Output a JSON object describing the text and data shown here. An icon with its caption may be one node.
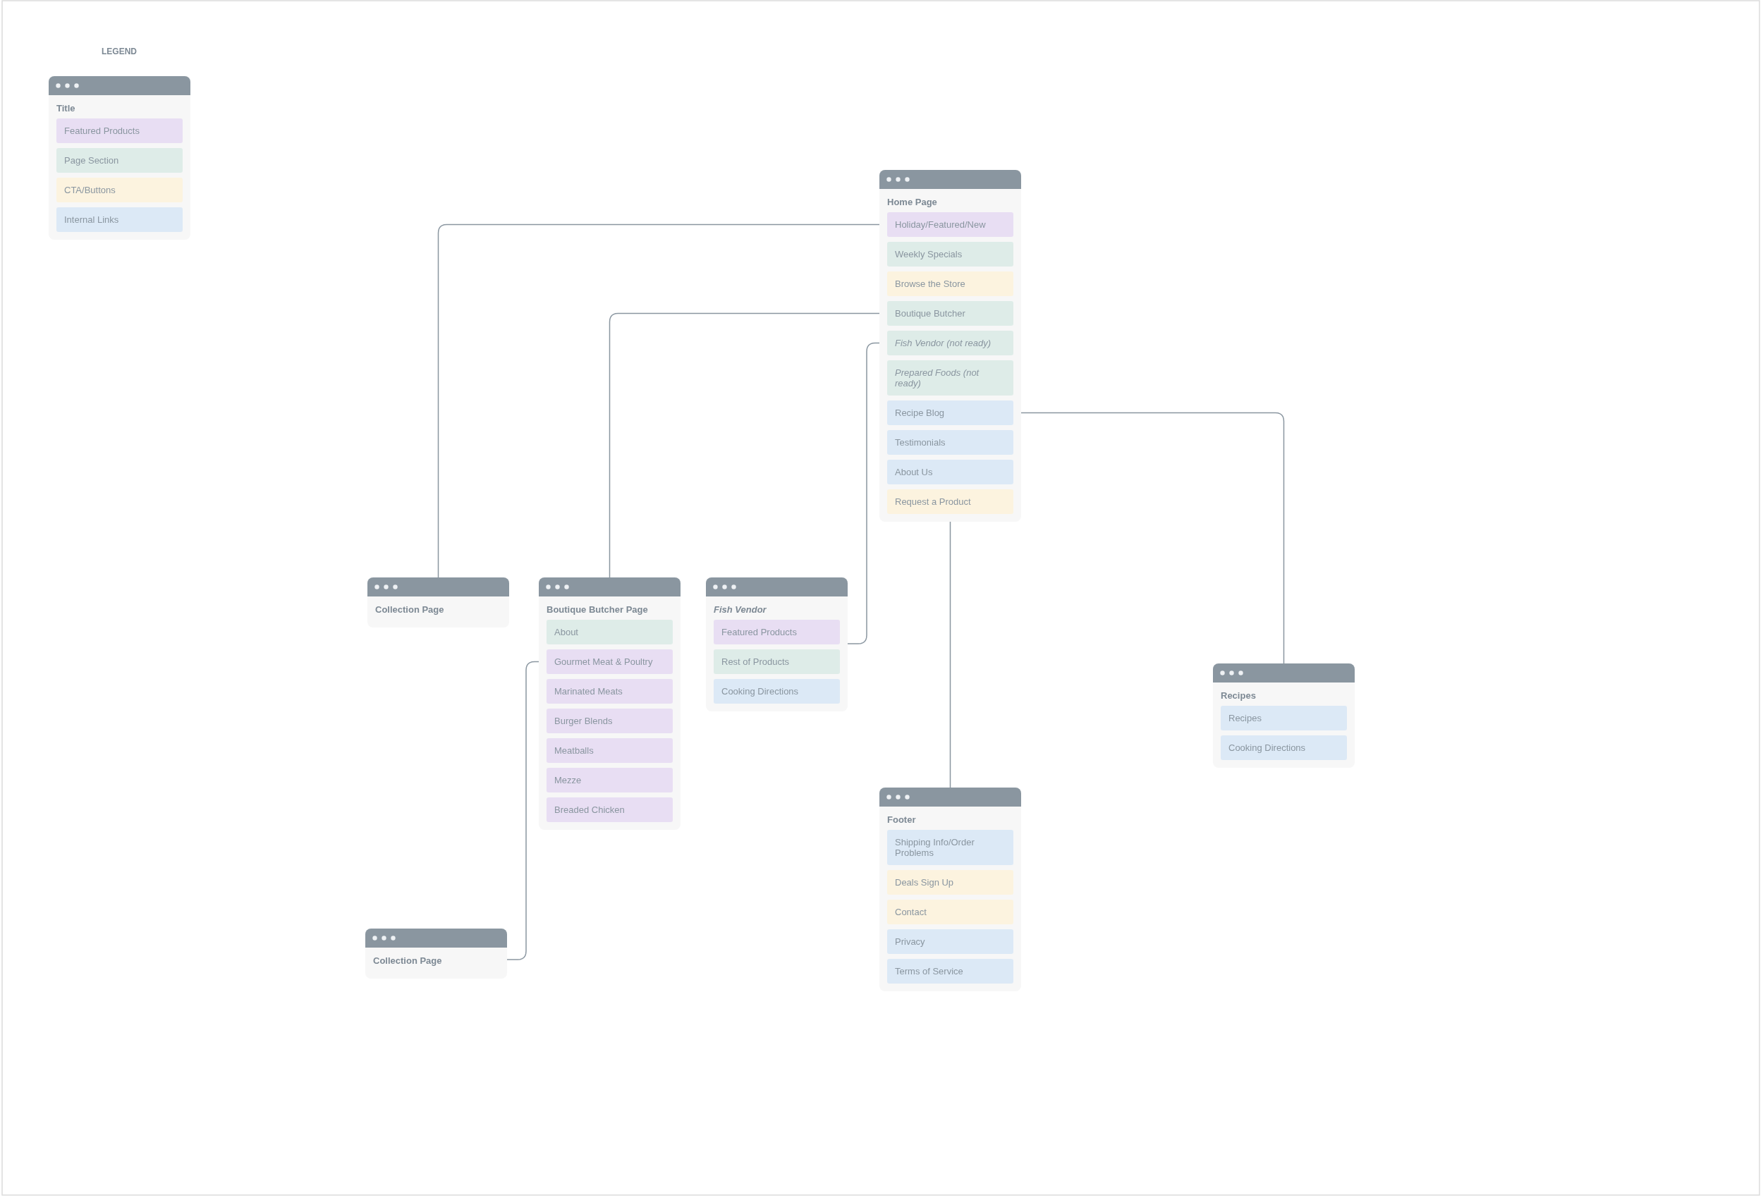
{
  "diagram": {
    "nodes": [
      {
        "text": [
          "Home Page"
        ]
      },
      {
        "text": [
          "Holiday/Featured/New"
        ],
        "in": 0
      },
      {
        "text": [
          "Weekly Specials"
        ],
        "in": 0
      },
      {
        "text": [
          "Browse the Store"
        ],
        "in": 0
      },
      {
        "text": [
          "Boutique Butcher"
        ],
        "in": 0
      },
      {
        "text": [
          "Fish Vendor (not ready)"
        ],
        "in": 0
      },
      {
        "text": [
          "Prepared Foods (not ready)"
        ],
        "in": 0
      },
      {
        "text": [
          "Recipe Blog"
        ],
        "in": 0
      },
      {
        "text": [
          "Testimonials"
        ],
        "in": 0
      },
      {
        "text": [
          "About Us"
        ],
        "in": 0
      },
      {
        "text": [
          "Request a Product"
        ],
        "in": 0
      },
      {
        "text": [
          "Collection Page"
        ]
      },
      {
        "text": [
          "Boutique Butcher Page"
        ]
      },
      {
        "text": [
          "About"
        ],
        "in": 12
      },
      {
        "text": [
          "Gourmet Meat & Poultry"
        ],
        "in": 12
      },
      {
        "text": [
          "Marinated Meats"
        ],
        "in": 12
      },
      {
        "text": [
          "Burger Blends"
        ],
        "in": 12
      },
      {
        "text": [
          "Meatballs"
        ],
        "in": 12
      },
      {
        "text": [
          "Mezze"
        ],
        "in": 12
      },
      {
        "text": [
          "Breaded Chicken"
        ],
        "in": 12
      },
      {
        "text": [
          "Fish Vendor"
        ]
      },
      {
        "text": [
          "Featured Products"
        ],
        "in": 20
      },
      {
        "text": [
          "Rest of Products"
        ],
        "in": 20
      },
      {
        "text": [
          "Cooking Directions"
        ],
        "in": 20
      },
      {
        "text": [
          "Recipes"
        ]
      },
      {
        "text": [
          "Recipes"
        ],
        "in": 24
      },
      {
        "text": [
          "Cooking Directions"
        ],
        "in": 24
      },
      {
        "text": [
          "Footer"
        ]
      },
      {
        "text": [
          "Shipping Info/Order Problems"
        ],
        "in": 27
      },
      {
        "text": [
          "Deals Sign Up"
        ],
        "in": 27
      },
      {
        "text": [
          "Contact"
        ],
        "in": 27
      },
      {
        "text": [
          "Privacy"
        ],
        "in": 27
      },
      {
        "text": [
          "Terms of Service"
        ],
        "in": 27
      },
      {
        "text": [
          "Collection Page"
        ]
      }
    ],
    "edges": [
      {
        "from": 1,
        "to": 11,
        "arrow": "none"
      },
      {
        "from": 4,
        "to": 12,
        "arrow": "none"
      },
      {
        "from": 5,
        "to": 20,
        "arrow": "none"
      },
      {
        "from": 7,
        "to": 24,
        "arrow": "none"
      },
      {
        "from": 27,
        "to": 10,
        "arrow": "to"
      },
      {
        "from": 14,
        "to": 33,
        "arrow": "none"
      }
    ],
    "labels": [
      "LEGEND",
      "Title"
    ],
    "legend": [
      {
        "text": "Featured Products",
        "color": "#e8def3"
      },
      {
        "text": "Page Section",
        "color": "#deece8"
      },
      {
        "text": "CTA/Buttons",
        "color": "#fcf3df"
      },
      {
        "text": "Internal Links",
        "color": "#dce9f6"
      }
    ]
  }
}
